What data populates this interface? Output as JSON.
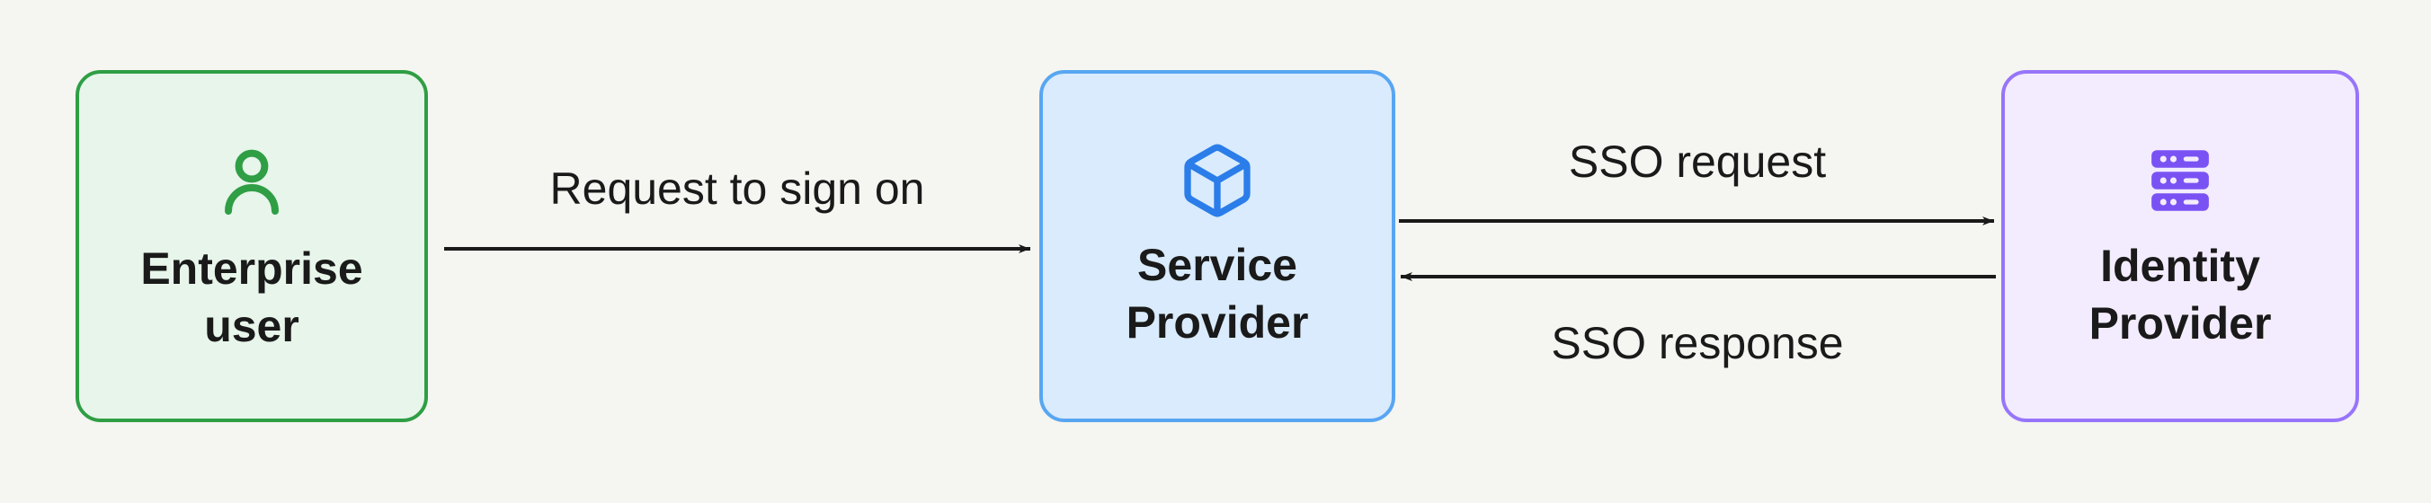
{
  "diagram": {
    "background": "#f5f5f1",
    "text_color": "#1a1a1a",
    "arrow_color": "#1a1a1a",
    "nodes": [
      {
        "id": "enterprise-user",
        "line1": "Enterprise",
        "line2": "user",
        "icon": "user-icon",
        "fill": "#e7f5eb",
        "border": "#2f9e44",
        "icon_color": "#2f9e44"
      },
      {
        "id": "service-provider",
        "line1": "Service",
        "line2": "Provider",
        "icon": "cube-icon",
        "fill": "#d9ebfc",
        "border": "#58a6f2",
        "icon_color": "#2b7de9"
      },
      {
        "id": "identity-provider",
        "line1": "Identity",
        "line2": "Provider",
        "icon": "server-icon",
        "fill": "#f3ecfe",
        "border": "#9775fa",
        "icon_color": "#7a52f4"
      }
    ],
    "edges": [
      {
        "id": "request-to-sign-on",
        "label": "Request to sign on",
        "from": "enterprise-user",
        "to": "service-provider",
        "direction": "right"
      },
      {
        "id": "sso-request",
        "label": "SSO request",
        "from": "service-provider",
        "to": "identity-provider",
        "direction": "right"
      },
      {
        "id": "sso-response",
        "label": "SSO response",
        "from": "identity-provider",
        "to": "service-provider",
        "direction": "left"
      }
    ]
  }
}
